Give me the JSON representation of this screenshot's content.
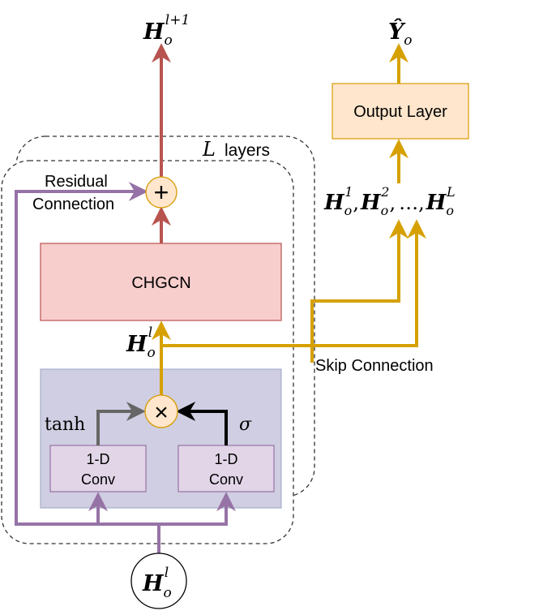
{
  "labels": {
    "top_output": {
      "base": "H",
      "sub": "o",
      "sup": "l+1"
    },
    "final_output": {
      "base": "Ŷ",
      "sub": "o"
    },
    "output_layer": "Output Layer",
    "l_layers_symbol": "L",
    "l_layers_text": "layers",
    "residual_line1": "Residual",
    "residual_line2": "Connection",
    "plus_symbol": "+",
    "times_symbol": "×",
    "chgcn": "CHGCN",
    "mid_h": {
      "base": "H",
      "sub": "o",
      "sup": "l"
    },
    "skip_connection": "Skip Connection",
    "hidden_seq": {
      "h1_base": "H",
      "h1_sub": "o",
      "h1_sup": "1",
      "sep1": ",",
      "h2_base": "H",
      "h2_sub": "o",
      "h2_sup": "2",
      "sep2": ",",
      "dots": "…",
      "sep3": ",",
      "hl_base": "H",
      "hl_sub": "o",
      "hl_sup": "L"
    },
    "tanh": "tanh",
    "sigma": "σ",
    "conv_left_line1": "1-D",
    "conv_left_line2": "Conv",
    "conv_right_line1": "1-D",
    "conv_right_line2": "Conv",
    "input": {
      "base": "H",
      "sub": "o",
      "sup": "l"
    }
  },
  "colors": {
    "red_arrow": "#b85450",
    "yellow_arrow": "#d6a100",
    "purple_arrow": "#9673a6",
    "gray_arrow": "#666666",
    "black_arrow": "#000000",
    "chgcn_fill": "#f8cecc",
    "chgcn_stroke": "#b85450",
    "output_fill": "#ffe6cc",
    "output_stroke": "#d79b00",
    "gate_bg": "#d0cee2",
    "gate_bg_stroke": "#9aa3c4",
    "conv_fill": "#e1d5e7",
    "conv_stroke": "#9673a6",
    "op_fill": "#ffe6cc",
    "op_stroke": "#d79b00"
  }
}
